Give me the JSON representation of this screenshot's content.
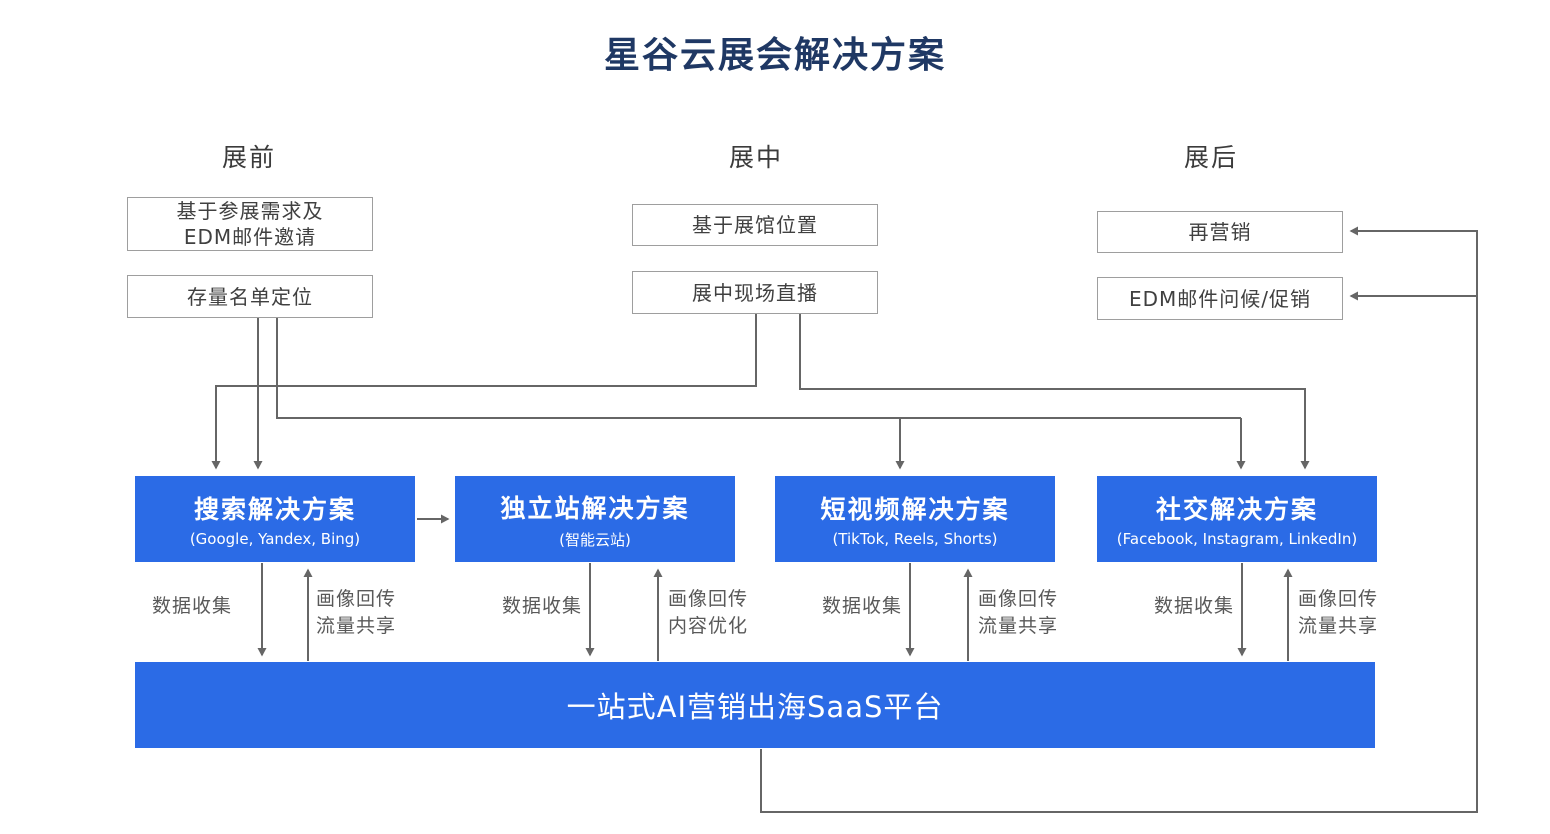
{
  "title": "星谷云展会解决方案",
  "phases": [
    {
      "label": "展前"
    },
    {
      "label": "展中"
    },
    {
      "label": "展后"
    }
  ],
  "plain_boxes": [
    {
      "label": "基于参展需求及\nEDM邮件邀请"
    },
    {
      "label": "存量名单定位"
    },
    {
      "label": "基于展馆位置"
    },
    {
      "label": "展中现场直播"
    },
    {
      "label": "再营销"
    },
    {
      "label": "EDM邮件问候/促销"
    }
  ],
  "solutions": [
    {
      "title": "搜索解决方案",
      "subtitle": "(Google, Yandex, Bing)"
    },
    {
      "title": "独立站解决方案",
      "subtitle": "(智能云站)"
    },
    {
      "title": "短视频解决方案",
      "subtitle": "(TikTok, Reels, Shorts)"
    },
    {
      "title": "社交解决方案",
      "subtitle": "(Facebook, Instagram, LinkedIn)"
    }
  ],
  "platform": {
    "label": "一站式AI营销出海SaaS平台"
  },
  "data_flows": [
    {
      "down": "数据收集",
      "up": "画像回传\n流量共享"
    },
    {
      "down": "数据收集",
      "up": "画像回传\n内容优化"
    },
    {
      "down": "数据收集",
      "up": "画像回传\n流量共享"
    },
    {
      "down": "数据收集",
      "up": "画像回传\n流量共享"
    }
  ],
  "colors": {
    "accent_blue": "#2B6BE6",
    "title_navy": "#1F3864",
    "connector_gray": "#666666"
  }
}
